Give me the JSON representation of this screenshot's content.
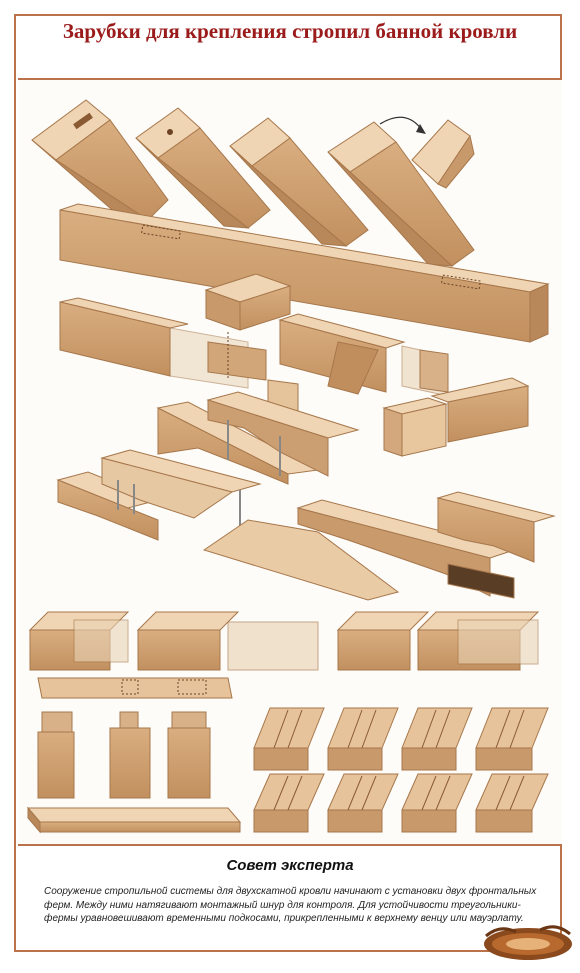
{
  "title": "Зарубки для крепления стропил банной кровли",
  "advice": {
    "heading": "Совет эксперта",
    "text": "Сооружение стропильной системы для двухскатной кровли начинают с установки двух фронтальных ферм. Между ними натягивают монтажный шнур для контроля. Для устойчивости треугольники-фермы уравновешивают временными подкосами, прикрепленными к верхнему венцу или мауэрлату."
  },
  "colors": {
    "frame": "#b9724a",
    "title": "#9b1b1b",
    "wood_light": "#e7c39a",
    "wood_mid": "#cc9f73",
    "wood_dark": "#9c6f48"
  },
  "logo": {
    "icon": "wooden-sign-logo"
  }
}
